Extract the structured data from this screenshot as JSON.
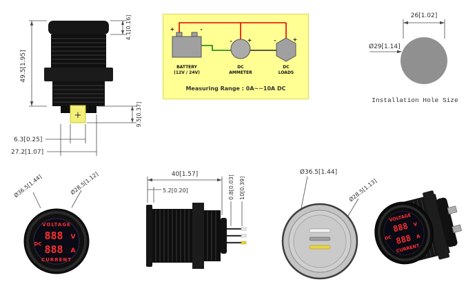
{
  "side_view": {
    "dim_height": "49.5[1.95]",
    "dim_flange": "4.1[0.16]",
    "dim_bottom": "9.5[0.37]",
    "dim_terminal": "6.3[0.25]",
    "dim_base": "27.2[1.07]",
    "plus": "+"
  },
  "wiring": {
    "battery": {
      "label": "BATTERY",
      "sub": "(12V / 24V)",
      "plus": "+",
      "minus": "-"
    },
    "ammeter": {
      "line1": "DC",
      "line2": "AMMETER",
      "plus": "+",
      "minus": "-"
    },
    "loads": {
      "line1": "DC",
      "line2": "LOADS",
      "plus": "+",
      "minus": "-"
    },
    "range": "Measuring Range : 0A~~10A DC",
    "colors": {
      "box_bg": "#ffff94",
      "positive_wire": "#dd0000",
      "negative_wire": "#117a11",
      "range_text": "#1111cc"
    }
  },
  "hole": {
    "dim_width": "26[1.02]",
    "dim_dia": "Ø29[1.14]",
    "caption": "Installation Hole Size"
  },
  "front": {
    "dim_outer": "Ø36.5[1.44]",
    "dim_inner": "Ø28.5[1.12]",
    "voltage": "VOLTAGE",
    "current": "CURRENT",
    "dc": "DC",
    "volt": "888",
    "volt_unit": "V",
    "amp": "888",
    "amp_unit": "A",
    "display_color": "#ff3030"
  },
  "profile": {
    "dim_length": "40[1.57]",
    "dim_flange": "5.2[0.20]",
    "dim_wire_a": "0.8[0.03]",
    "dim_wire_b": "10[0.39]"
  },
  "rear": {
    "dim_outer": "Ø36.5[1.44]",
    "dim_inner": "Ø28.5[1.13]"
  },
  "persp": {
    "voltage": "VOLTAGE",
    "current": "CURRENT",
    "dc": "DC",
    "volt": "888",
    "volt_unit": "V",
    "amp": "888",
    "amp_unit": "A"
  }
}
